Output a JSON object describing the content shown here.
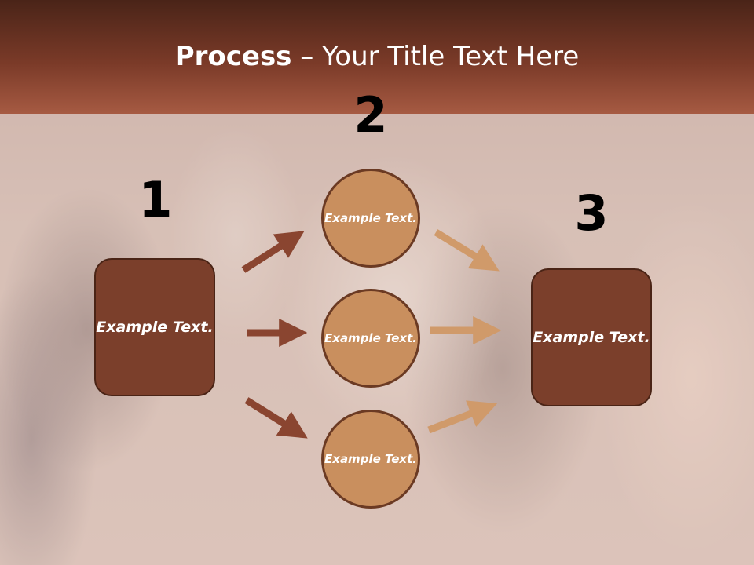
{
  "title": {
    "bold": "Process",
    "rest": " – Your Title Text Here"
  },
  "steps": [
    {
      "number": "1",
      "label": "Example Text."
    },
    {
      "number": "2",
      "items": [
        "Example Text.",
        "Example Text.",
        "Example Text."
      ]
    },
    {
      "number": "3",
      "label": "Example Text."
    }
  ],
  "colors": {
    "title_bar": "#7a3a28",
    "box_fill": "#7b3f2b",
    "circle_fill": "#c98f5e",
    "arrow_dark": "#8a4530",
    "arrow_light": "#d09a6a"
  }
}
